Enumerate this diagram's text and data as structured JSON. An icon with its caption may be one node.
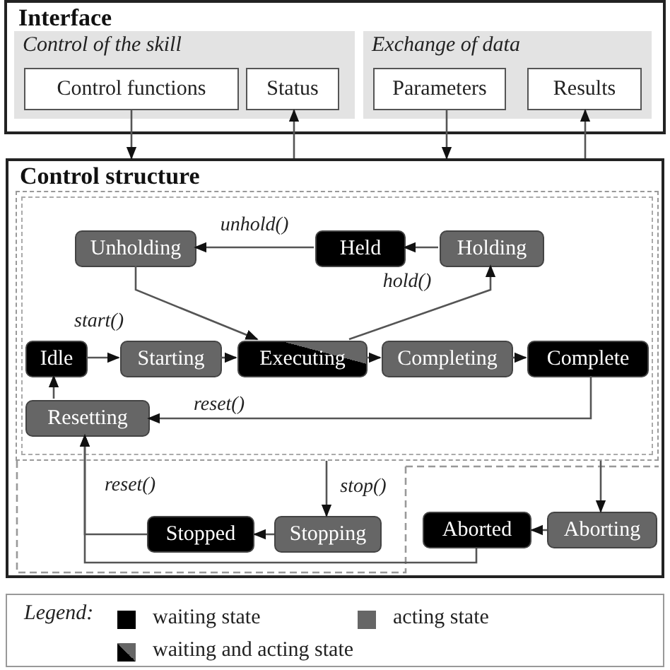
{
  "diagram": {
    "nodes": [
      {
        "text": [
          "Interface"
        ]
      },
      {
        "text": [
          "Control of the skill"
        ],
        "in": 0
      },
      {
        "text": [
          "Control functions"
        ],
        "in": 1
      },
      {
        "text": [
          "Status"
        ],
        "in": 1
      },
      {
        "text": [
          "Exchange of data"
        ],
        "in": 0
      },
      {
        "text": [
          "Parameters"
        ],
        "in": 4
      },
      {
        "text": [
          "Results"
        ],
        "in": 4
      },
      {
        "text": [
          "Control structure"
        ]
      },
      {
        "text": [],
        "shape": "box",
        "in": 7
      },
      {
        "text": [
          "Unholding"
        ],
        "in": 8
      },
      {
        "text": [
          "Held"
        ],
        "in": 8
      },
      {
        "text": [
          "Holding"
        ],
        "in": 8
      },
      {
        "text": [
          "Idle"
        ],
        "in": 8
      },
      {
        "text": [
          "Starting"
        ],
        "in": 8
      },
      {
        "text": [
          "Executing"
        ],
        "in": 8
      },
      {
        "text": [
          "Completing"
        ],
        "in": 8
      },
      {
        "text": [
          "Complete"
        ],
        "in": 8
      },
      {
        "text": [
          "Resetting"
        ],
        "in": 8
      },
      {
        "text": [
          "Stopping"
        ],
        "in": 7
      },
      {
        "text": [
          "Stopped"
        ],
        "in": 7
      },
      {
        "text": [
          "Aborting"
        ],
        "in": 7
      },
      {
        "text": [
          "Aborted"
        ],
        "in": 7
      }
    ],
    "edges": [
      {
        "from": 2,
        "to": 7,
        "arrow": "to"
      },
      {
        "from": 7,
        "to": 3,
        "arrow": "to"
      },
      {
        "from": 5,
        "to": 7,
        "arrow": "to"
      },
      {
        "from": 7,
        "to": 6,
        "arrow": "to"
      },
      {
        "from": 10,
        "to": 9,
        "arrow": "to",
        "label": "unhold()"
      },
      {
        "from": 11,
        "to": 10,
        "arrow": "to"
      },
      {
        "from": 9,
        "to": 14,
        "arrow": "to"
      },
      {
        "from": 14,
        "to": 11,
        "arrow": "to",
        "label": "hold()"
      },
      {
        "from": 12,
        "to": 13,
        "arrow": "to",
        "label": "start()"
      },
      {
        "from": 13,
        "to": 14,
        "arrow": "to"
      },
      {
        "from": 14,
        "to": 15,
        "arrow": "to"
      },
      {
        "from": 15,
        "to": 16,
        "arrow": "to"
      },
      {
        "from": 16,
        "to": 17,
        "arrow": "to",
        "label": "reset()"
      },
      {
        "from": 17,
        "to": 12,
        "arrow": "to"
      },
      {
        "from": 8,
        "to": 18,
        "arrow": "to",
        "label": "stop()"
      },
      {
        "from": 18,
        "to": 19,
        "arrow": "to"
      },
      {
        "from": 8,
        "to": 20,
        "arrow": "to"
      },
      {
        "from": 20,
        "to": 21,
        "arrow": "to"
      },
      {
        "from": 19,
        "to": 17,
        "arrow": "to",
        "label": "reset()"
      },
      {
        "from": 21,
        "to": 17,
        "arrow": "to"
      }
    ],
    "labels": [
      "Legend:"
    ],
    "legend": [
      {
        "text": "waiting state",
        "color": "#000000"
      },
      {
        "text": "acting state",
        "color": "#666666"
      },
      {
        "text": "waiting and acting state"
      }
    ]
  }
}
